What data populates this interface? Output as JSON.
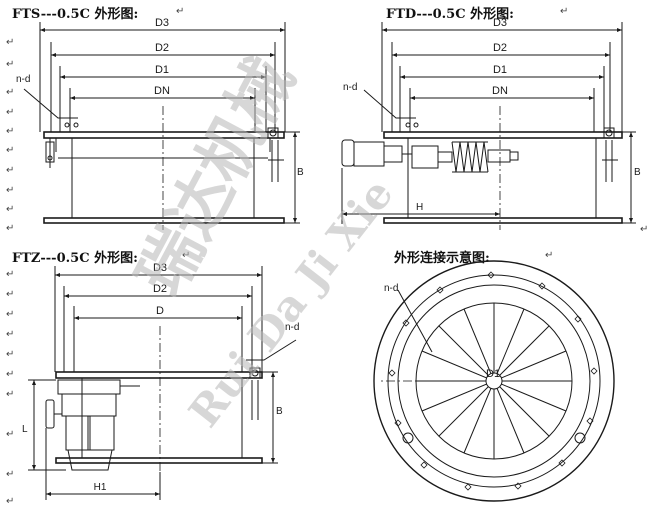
{
  "titles": {
    "fts": "FTS---0.5C 外形图:",
    "ftd": "FTD---0.5C 外形图:",
    "ftz": "FTZ---0.5C 外形图:",
    "connection": "外形连接示意图:"
  },
  "paragraph_mark": "↵",
  "fts_labels": {
    "d3": "D3",
    "d2": "D2",
    "d1": "D1",
    "dn": "DN",
    "nd": "n-d",
    "b": "B"
  },
  "ftd_labels": {
    "d3": "D3",
    "d2": "D2",
    "d1": "D1",
    "dn": "DN",
    "nd": "n-d",
    "b": "B",
    "h": "H"
  },
  "ftz_labels": {
    "d3": "D3",
    "d2": "D2",
    "d": "D",
    "nd": "n-d",
    "b": "B",
    "l": "L",
    "h1": "H1"
  },
  "connection_labels": {
    "nd": "n-d",
    "d1": "D1"
  },
  "watermark": {
    "chinese": "瑞达机械",
    "latin": "Rui Da Ji Xie",
    "color": "#b8b8b8"
  },
  "colors": {
    "line": "#1a1a1a",
    "hatch": "#555555"
  }
}
